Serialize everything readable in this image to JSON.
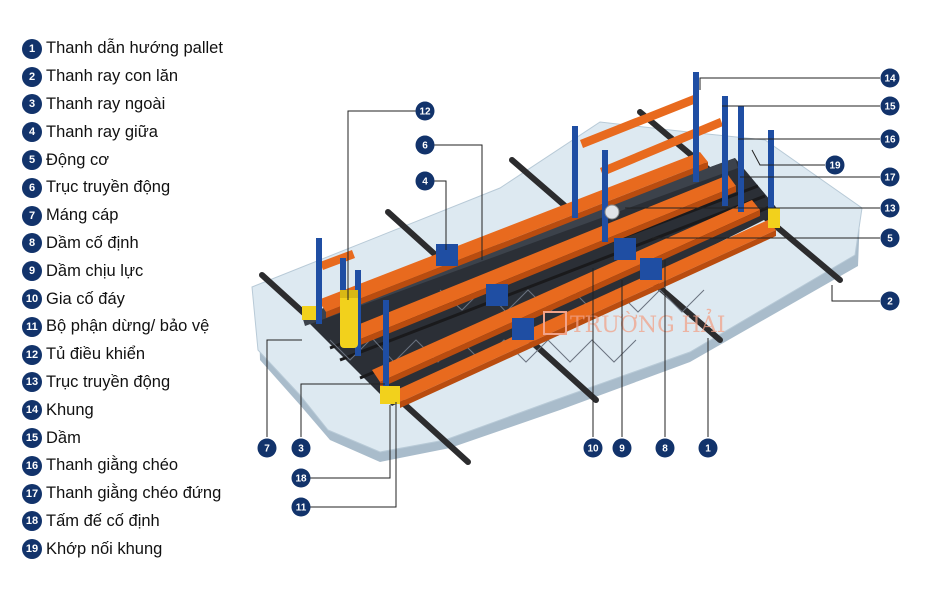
{
  "legend": [
    {
      "num": "1",
      "label": "Thanh dẫn hướng pallet"
    },
    {
      "num": "2",
      "label": "Thanh ray con lăn"
    },
    {
      "num": "3",
      "label": "Thanh ray ngoài"
    },
    {
      "num": "4",
      "label": "Thanh ray giữa"
    },
    {
      "num": "5",
      "label": "Động cơ"
    },
    {
      "num": "6",
      "label": "Trục truyền động"
    },
    {
      "num": "7",
      "label": "Máng cáp"
    },
    {
      "num": "8",
      "label": "Dầm cố định"
    },
    {
      "num": "9",
      "label": "Dầm chịu lực"
    },
    {
      "num": "10",
      "label": "Gia cố đáy"
    },
    {
      "num": "11",
      "label": "Bộ phận dừng/ bảo vệ"
    },
    {
      "num": "12",
      "label": "Tủ điều khiển"
    },
    {
      "num": "13",
      "label": "Trục truyền động"
    },
    {
      "num": "14",
      "label": "Khung"
    },
    {
      "num": "15",
      "label": "Dầm"
    },
    {
      "num": "16",
      "label": "Thanh giằng chéo"
    },
    {
      "num": "17",
      "label": "Thanh giằng chéo đứng"
    },
    {
      "num": "18",
      "label": "Tấm đế cố định"
    },
    {
      "num": "19",
      "label": "Khớp nối khung"
    }
  ],
  "callouts": [
    "14",
    "15",
    "16",
    "19",
    "17",
    "13",
    "5",
    "2",
    "12",
    "6",
    "4",
    "7",
    "3",
    "18",
    "11",
    "10",
    "9",
    "8",
    "1"
  ],
  "watermark": "TRƯỜNG HẢI",
  "colors": {
    "badge": "#12336b",
    "floor": "#dde9f1",
    "floor_edge": "#9fb3c2",
    "beam": "#e86a1e",
    "beam_dark": "#b94c0f",
    "rail": "#2c2c2e",
    "upright": "#1f4ea3",
    "upright_dark": "#163a7a",
    "accent_yellow": "#f2d11c"
  }
}
